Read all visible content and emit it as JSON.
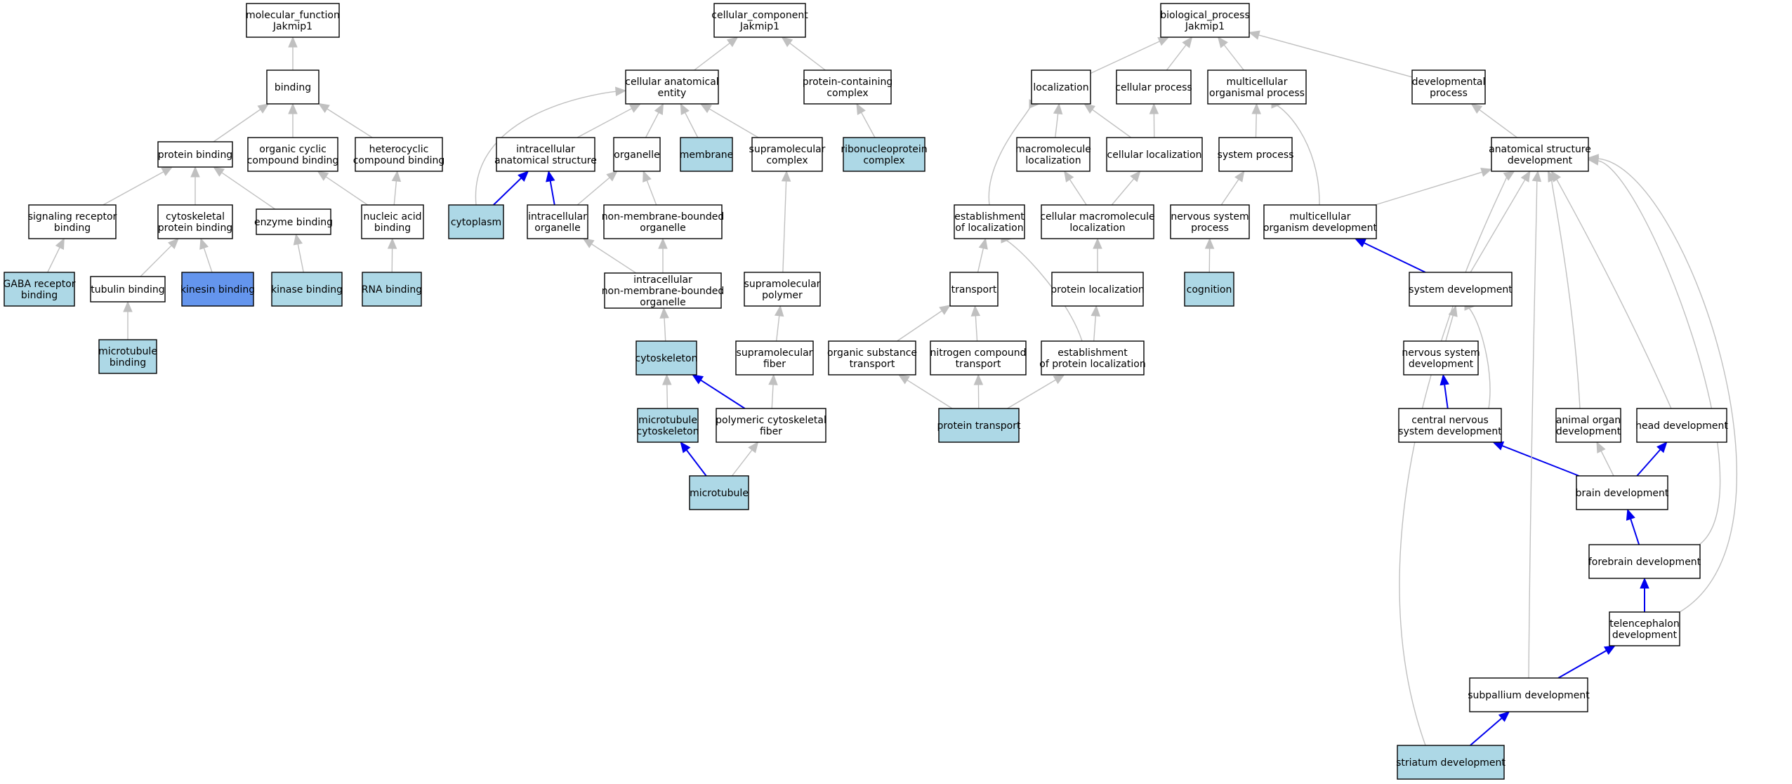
{
  "colors": {
    "node_plain": "#ffffff",
    "node_highlight": "#add8e6",
    "node_focus": "#6495ed",
    "edge_grey": "#c0c0c0",
    "edge_blue": "#0000ee"
  },
  "roots": [
    {
      "id": "mf_root",
      "lines": [
        "molecular_function",
        "Jakmip1"
      ]
    },
    {
      "id": "cc_root",
      "lines": [
        "cellular_component",
        "Jakmip1"
      ]
    },
    {
      "id": "bp_root",
      "lines": [
        "biological_process",
        "Jakmip1"
      ]
    }
  ],
  "nodes": [
    {
      "id": "mf_root",
      "lines": [
        "molecular_function",
        "Jakmip1"
      ],
      "style": "plain"
    },
    {
      "id": "binding",
      "lines": [
        "binding"
      ],
      "style": "plain"
    },
    {
      "id": "protein_binding",
      "lines": [
        "protein binding"
      ],
      "style": "plain"
    },
    {
      "id": "organic_cyclic",
      "lines": [
        "organic cyclic",
        "compound binding"
      ],
      "style": "plain"
    },
    {
      "id": "heterocyclic",
      "lines": [
        "heterocyclic",
        "compound binding"
      ],
      "style": "plain"
    },
    {
      "id": "signaling_receptor",
      "lines": [
        "signaling receptor",
        "binding"
      ],
      "style": "plain"
    },
    {
      "id": "cytoskeletal_pb",
      "lines": [
        "cytoskeletal",
        "protein binding"
      ],
      "style": "plain"
    },
    {
      "id": "enzyme_binding",
      "lines": [
        "enzyme binding"
      ],
      "style": "plain"
    },
    {
      "id": "nucleic_acid",
      "lines": [
        "nucleic acid",
        "binding"
      ],
      "style": "plain"
    },
    {
      "id": "gaba_receptor",
      "lines": [
        "GABA receptor",
        "binding"
      ],
      "style": "highlight"
    },
    {
      "id": "tubulin_binding",
      "lines": [
        "tubulin binding"
      ],
      "style": "plain"
    },
    {
      "id": "kinesin_binding",
      "lines": [
        "kinesin binding"
      ],
      "style": "focus"
    },
    {
      "id": "kinase_binding",
      "lines": [
        "kinase binding"
      ],
      "style": "highlight"
    },
    {
      "id": "rna_binding",
      "lines": [
        "RNA binding"
      ],
      "style": "highlight"
    },
    {
      "id": "microtubule_binding",
      "lines": [
        "microtubule",
        "binding"
      ],
      "style": "highlight"
    },
    {
      "id": "cc_root",
      "lines": [
        "cellular_component",
        "Jakmip1"
      ],
      "style": "plain"
    },
    {
      "id": "cae",
      "lines": [
        "cellular anatomical",
        "entity"
      ],
      "style": "plain"
    },
    {
      "id": "pcc",
      "lines": [
        "protein-containing",
        "complex"
      ],
      "style": "plain"
    },
    {
      "id": "ias",
      "lines": [
        "intracellular",
        "anatomical structure"
      ],
      "style": "plain"
    },
    {
      "id": "organelle",
      "lines": [
        "organelle"
      ],
      "style": "plain"
    },
    {
      "id": "membrane",
      "lines": [
        "membrane"
      ],
      "style": "highlight"
    },
    {
      "id": "supra_complex",
      "lines": [
        "supramolecular",
        "complex"
      ],
      "style": "plain"
    },
    {
      "id": "rnp_complex",
      "lines": [
        "ribonucleoprotein",
        "complex"
      ],
      "style": "highlight"
    },
    {
      "id": "cytoplasm",
      "lines": [
        "cytoplasm"
      ],
      "style": "highlight"
    },
    {
      "id": "ic_organelle",
      "lines": [
        "intracellular",
        "organelle"
      ],
      "style": "plain"
    },
    {
      "id": "nmb_organelle",
      "lines": [
        "non-membrane-bounded",
        "organelle"
      ],
      "style": "plain"
    },
    {
      "id": "ic_nmb_organelle",
      "lines": [
        "intracellular",
        "non-membrane-bounded",
        "organelle"
      ],
      "style": "plain"
    },
    {
      "id": "supra_polymer",
      "lines": [
        "supramolecular",
        "polymer"
      ],
      "style": "plain"
    },
    {
      "id": "cytoskeleton",
      "lines": [
        "cytoskeleton"
      ],
      "style": "highlight"
    },
    {
      "id": "supra_fiber",
      "lines": [
        "supramolecular",
        "fiber"
      ],
      "style": "plain"
    },
    {
      "id": "mt_cytoskeleton",
      "lines": [
        "microtubule",
        "cytoskeleton"
      ],
      "style": "highlight"
    },
    {
      "id": "poly_cyto_fiber",
      "lines": [
        "polymeric cytoskeletal",
        "fiber"
      ],
      "style": "plain"
    },
    {
      "id": "microtubule",
      "lines": [
        "microtubule"
      ],
      "style": "highlight"
    },
    {
      "id": "bp_root",
      "lines": [
        "biological_process",
        "Jakmip1"
      ],
      "style": "plain"
    },
    {
      "id": "localization",
      "lines": [
        "localization"
      ],
      "style": "plain"
    },
    {
      "id": "cellular_process",
      "lines": [
        "cellular process"
      ],
      "style": "plain"
    },
    {
      "id": "multicell_proc",
      "lines": [
        "multicellular",
        "organismal process"
      ],
      "style": "plain"
    },
    {
      "id": "dev_process",
      "lines": [
        "developmental",
        "process"
      ],
      "style": "plain"
    },
    {
      "id": "macro_loc",
      "lines": [
        "macromolecule",
        "localization"
      ],
      "style": "plain"
    },
    {
      "id": "cell_loc",
      "lines": [
        "cellular localization"
      ],
      "style": "plain"
    },
    {
      "id": "system_process",
      "lines": [
        "system process"
      ],
      "style": "plain"
    },
    {
      "id": "anat_dev",
      "lines": [
        "anatomical structure",
        "development"
      ],
      "style": "plain"
    },
    {
      "id": "est_loc",
      "lines": [
        "establishment",
        "of localization"
      ],
      "style": "plain"
    },
    {
      "id": "cell_macro_loc",
      "lines": [
        "cellular macromolecule",
        "localization"
      ],
      "style": "plain"
    },
    {
      "id": "ns_process",
      "lines": [
        "nervous system",
        "process"
      ],
      "style": "plain"
    },
    {
      "id": "multi_org_dev",
      "lines": [
        "multicellular",
        "organism development"
      ],
      "style": "plain"
    },
    {
      "id": "transport",
      "lines": [
        "transport"
      ],
      "style": "plain"
    },
    {
      "id": "protein_loc",
      "lines": [
        "protein localization"
      ],
      "style": "plain"
    },
    {
      "id": "cognition",
      "lines": [
        "cognition"
      ],
      "style": "highlight"
    },
    {
      "id": "system_dev",
      "lines": [
        "system development"
      ],
      "style": "plain"
    },
    {
      "id": "org_sub_transport",
      "lines": [
        "organic substance",
        "transport"
      ],
      "style": "plain"
    },
    {
      "id": "nitrogen_transport",
      "lines": [
        "nitrogen compound",
        "transport"
      ],
      "style": "plain"
    },
    {
      "id": "est_prot_loc",
      "lines": [
        "establishment",
        "of protein localization"
      ],
      "style": "plain"
    },
    {
      "id": "ns_dev",
      "lines": [
        "nervous system",
        "development"
      ],
      "style": "plain"
    },
    {
      "id": "protein_transport",
      "lines": [
        "protein transport"
      ],
      "style": "highlight"
    },
    {
      "id": "cns_dev",
      "lines": [
        "central nervous",
        "system development"
      ],
      "style": "plain"
    },
    {
      "id": "animal_organ_dev",
      "lines": [
        "animal organ",
        "development"
      ],
      "style": "plain"
    },
    {
      "id": "head_dev",
      "lines": [
        "head development"
      ],
      "style": "plain"
    },
    {
      "id": "brain_dev",
      "lines": [
        "brain development"
      ],
      "style": "plain"
    },
    {
      "id": "forebrain_dev",
      "lines": [
        "forebrain development"
      ],
      "style": "plain"
    },
    {
      "id": "telencephalon_dev",
      "lines": [
        "telencephalon",
        "development"
      ],
      "style": "plain"
    },
    {
      "id": "subpallium_dev",
      "lines": [
        "subpallium development"
      ],
      "style": "plain"
    },
    {
      "id": "striatum_dev",
      "lines": [
        "striatum development"
      ],
      "style": "highlight"
    }
  ],
  "edges": [
    {
      "from": "binding",
      "to": "mf_root",
      "color": "grey"
    },
    {
      "from": "protein_binding",
      "to": "binding",
      "color": "grey"
    },
    {
      "from": "organic_cyclic",
      "to": "binding",
      "color": "grey"
    },
    {
      "from": "heterocyclic",
      "to": "binding",
      "color": "grey"
    },
    {
      "from": "signaling_receptor",
      "to": "protein_binding",
      "color": "grey"
    },
    {
      "from": "cytoskeletal_pb",
      "to": "protein_binding",
      "color": "grey"
    },
    {
      "from": "enzyme_binding",
      "to": "protein_binding",
      "color": "grey"
    },
    {
      "from": "nucleic_acid",
      "to": "organic_cyclic",
      "color": "grey"
    },
    {
      "from": "nucleic_acid",
      "to": "heterocyclic",
      "color": "grey"
    },
    {
      "from": "gaba_receptor",
      "to": "signaling_receptor",
      "color": "grey"
    },
    {
      "from": "tubulin_binding",
      "to": "cytoskeletal_pb",
      "color": "grey"
    },
    {
      "from": "kinesin_binding",
      "to": "cytoskeletal_pb",
      "color": "grey"
    },
    {
      "from": "kinase_binding",
      "to": "enzyme_binding",
      "color": "grey"
    },
    {
      "from": "rna_binding",
      "to": "nucleic_acid",
      "color": "grey"
    },
    {
      "from": "microtubule_binding",
      "to": "tubulin_binding",
      "color": "grey"
    },
    {
      "from": "cae",
      "to": "cc_root",
      "color": "grey"
    },
    {
      "from": "pcc",
      "to": "cc_root",
      "color": "grey"
    },
    {
      "from": "ias",
      "to": "cae",
      "color": "grey"
    },
    {
      "from": "organelle",
      "to": "cae",
      "color": "grey"
    },
    {
      "from": "membrane",
      "to": "cae",
      "color": "grey"
    },
    {
      "from": "supra_complex",
      "to": "cae",
      "color": "grey"
    },
    {
      "from": "rnp_complex",
      "to": "pcc",
      "color": "grey"
    },
    {
      "from": "cytoplasm",
      "to": "cae",
      "color": "grey"
    },
    {
      "from": "cytoplasm",
      "to": "ias",
      "color": "blue"
    },
    {
      "from": "ic_organelle",
      "to": "ias",
      "color": "blue"
    },
    {
      "from": "ic_organelle",
      "to": "organelle",
      "color": "grey"
    },
    {
      "from": "nmb_organelle",
      "to": "organelle",
      "color": "grey"
    },
    {
      "from": "ic_nmb_organelle",
      "to": "ic_organelle",
      "color": "grey"
    },
    {
      "from": "ic_nmb_organelle",
      "to": "nmb_organelle",
      "color": "grey"
    },
    {
      "from": "supra_polymer",
      "to": "supra_complex",
      "color": "grey"
    },
    {
      "from": "cytoskeleton",
      "to": "ic_nmb_organelle",
      "color": "grey"
    },
    {
      "from": "supra_fiber",
      "to": "supra_polymer",
      "color": "grey"
    },
    {
      "from": "mt_cytoskeleton",
      "to": "cytoskeleton",
      "color": "grey"
    },
    {
      "from": "poly_cyto_fiber",
      "to": "cytoskeleton",
      "color": "blue"
    },
    {
      "from": "poly_cyto_fiber",
      "to": "supra_fiber",
      "color": "grey"
    },
    {
      "from": "microtubule",
      "to": "mt_cytoskeleton",
      "color": "blue"
    },
    {
      "from": "microtubule",
      "to": "poly_cyto_fiber",
      "color": "grey"
    },
    {
      "from": "localization",
      "to": "bp_root",
      "color": "grey"
    },
    {
      "from": "cellular_process",
      "to": "bp_root",
      "color": "grey"
    },
    {
      "from": "multicell_proc",
      "to": "bp_root",
      "color": "grey"
    },
    {
      "from": "dev_process",
      "to": "bp_root",
      "color": "grey"
    },
    {
      "from": "macro_loc",
      "to": "localization",
      "color": "grey"
    },
    {
      "from": "cell_loc",
      "to": "localization",
      "color": "grey"
    },
    {
      "from": "cell_loc",
      "to": "cellular_process",
      "color": "grey"
    },
    {
      "from": "system_process",
      "to": "multicell_proc",
      "color": "grey"
    },
    {
      "from": "anat_dev",
      "to": "dev_process",
      "color": "grey"
    },
    {
      "from": "est_loc",
      "to": "localization",
      "color": "grey"
    },
    {
      "from": "cell_macro_loc",
      "to": "macro_loc",
      "color": "grey"
    },
    {
      "from": "cell_macro_loc",
      "to": "cell_loc",
      "color": "grey"
    },
    {
      "from": "ns_process",
      "to": "system_process",
      "color": "grey"
    },
    {
      "from": "multi_org_dev",
      "to": "multicell_proc",
      "color": "grey"
    },
    {
      "from": "multi_org_dev",
      "to": "anat_dev",
      "color": "grey"
    },
    {
      "from": "transport",
      "to": "est_loc",
      "color": "grey"
    },
    {
      "from": "protein_loc",
      "to": "cell_macro_loc",
      "color": "grey"
    },
    {
      "from": "cognition",
      "to": "ns_process",
      "color": "grey"
    },
    {
      "from": "system_dev",
      "to": "multi_org_dev",
      "color": "blue"
    },
    {
      "from": "system_dev",
      "to": "anat_dev",
      "color": "grey"
    },
    {
      "from": "org_sub_transport",
      "to": "transport",
      "color": "grey"
    },
    {
      "from": "nitrogen_transport",
      "to": "transport",
      "color": "grey"
    },
    {
      "from": "est_prot_loc",
      "to": "est_loc",
      "color": "grey"
    },
    {
      "from": "est_prot_loc",
      "to": "protein_loc",
      "color": "grey"
    },
    {
      "from": "ns_dev",
      "to": "system_dev",
      "color": "grey"
    },
    {
      "from": "protein_transport",
      "to": "org_sub_transport",
      "color": "grey"
    },
    {
      "from": "protein_transport",
      "to": "nitrogen_transport",
      "color": "grey"
    },
    {
      "from": "protein_transport",
      "to": "est_prot_loc",
      "color": "grey"
    },
    {
      "from": "cns_dev",
      "to": "ns_dev",
      "color": "blue"
    },
    {
      "from": "cns_dev",
      "to": "system_dev",
      "color": "grey"
    },
    {
      "from": "animal_organ_dev",
      "to": "anat_dev",
      "color": "grey"
    },
    {
      "from": "head_dev",
      "to": "anat_dev",
      "color": "grey"
    },
    {
      "from": "brain_dev",
      "to": "cns_dev",
      "color": "blue"
    },
    {
      "from": "brain_dev",
      "to": "animal_organ_dev",
      "color": "grey"
    },
    {
      "from": "brain_dev",
      "to": "head_dev",
      "color": "blue"
    },
    {
      "from": "forebrain_dev",
      "to": "brain_dev",
      "color": "blue"
    },
    {
      "from": "forebrain_dev",
      "to": "anat_dev",
      "color": "grey"
    },
    {
      "from": "telencephalon_dev",
      "to": "forebrain_dev",
      "color": "blue"
    },
    {
      "from": "telencephalon_dev",
      "to": "anat_dev",
      "color": "grey"
    },
    {
      "from": "subpallium_dev",
      "to": "telencephalon_dev",
      "color": "blue"
    },
    {
      "from": "subpallium_dev",
      "to": "anat_dev",
      "color": "grey"
    },
    {
      "from": "striatum_dev",
      "to": "subpallium_dev",
      "color": "blue"
    },
    {
      "from": "striatum_dev",
      "to": "anat_dev",
      "color": "grey"
    }
  ]
}
